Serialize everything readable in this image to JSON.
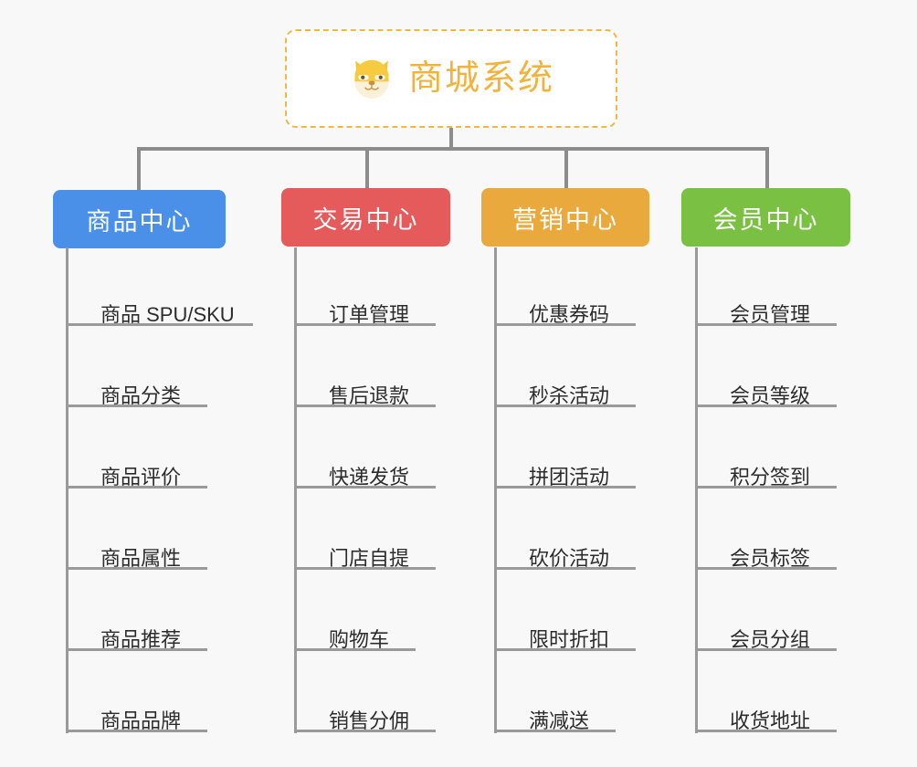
{
  "diagram": {
    "title": "商城系统",
    "background_color": "#f8f8f8",
    "root": {
      "label": "商城系统",
      "icon": "shiba-dog-icon",
      "text_color": "#f2b33d",
      "border_color": "#f0b844",
      "fill_color": "#ffffff"
    },
    "connector_color": "#8c8c8c",
    "branches": [
      {
        "label": "商品中心",
        "color": "#4a90e8",
        "items": [
          "商品 SPU/SKU",
          "商品分类",
          "商品评价",
          "商品属性",
          "商品推荐",
          "商品品牌"
        ]
      },
      {
        "label": "交易中心",
        "color": "#e55a5a",
        "items": [
          "订单管理",
          "售后退款",
          "快递发货",
          "门店自提",
          "购物车",
          "销售分佣"
        ]
      },
      {
        "label": "营销中心",
        "color": "#eaa93c",
        "items": [
          "优惠券码",
          "秒杀活动",
          "拼团活动",
          "砍价活动",
          "限时折扣",
          "满减送"
        ]
      },
      {
        "label": "会员中心",
        "color": "#7ac143",
        "items": [
          "会员管理",
          "会员等级",
          "积分签到",
          "会员标签",
          "会员分组",
          "收货地址"
        ]
      }
    ]
  }
}
